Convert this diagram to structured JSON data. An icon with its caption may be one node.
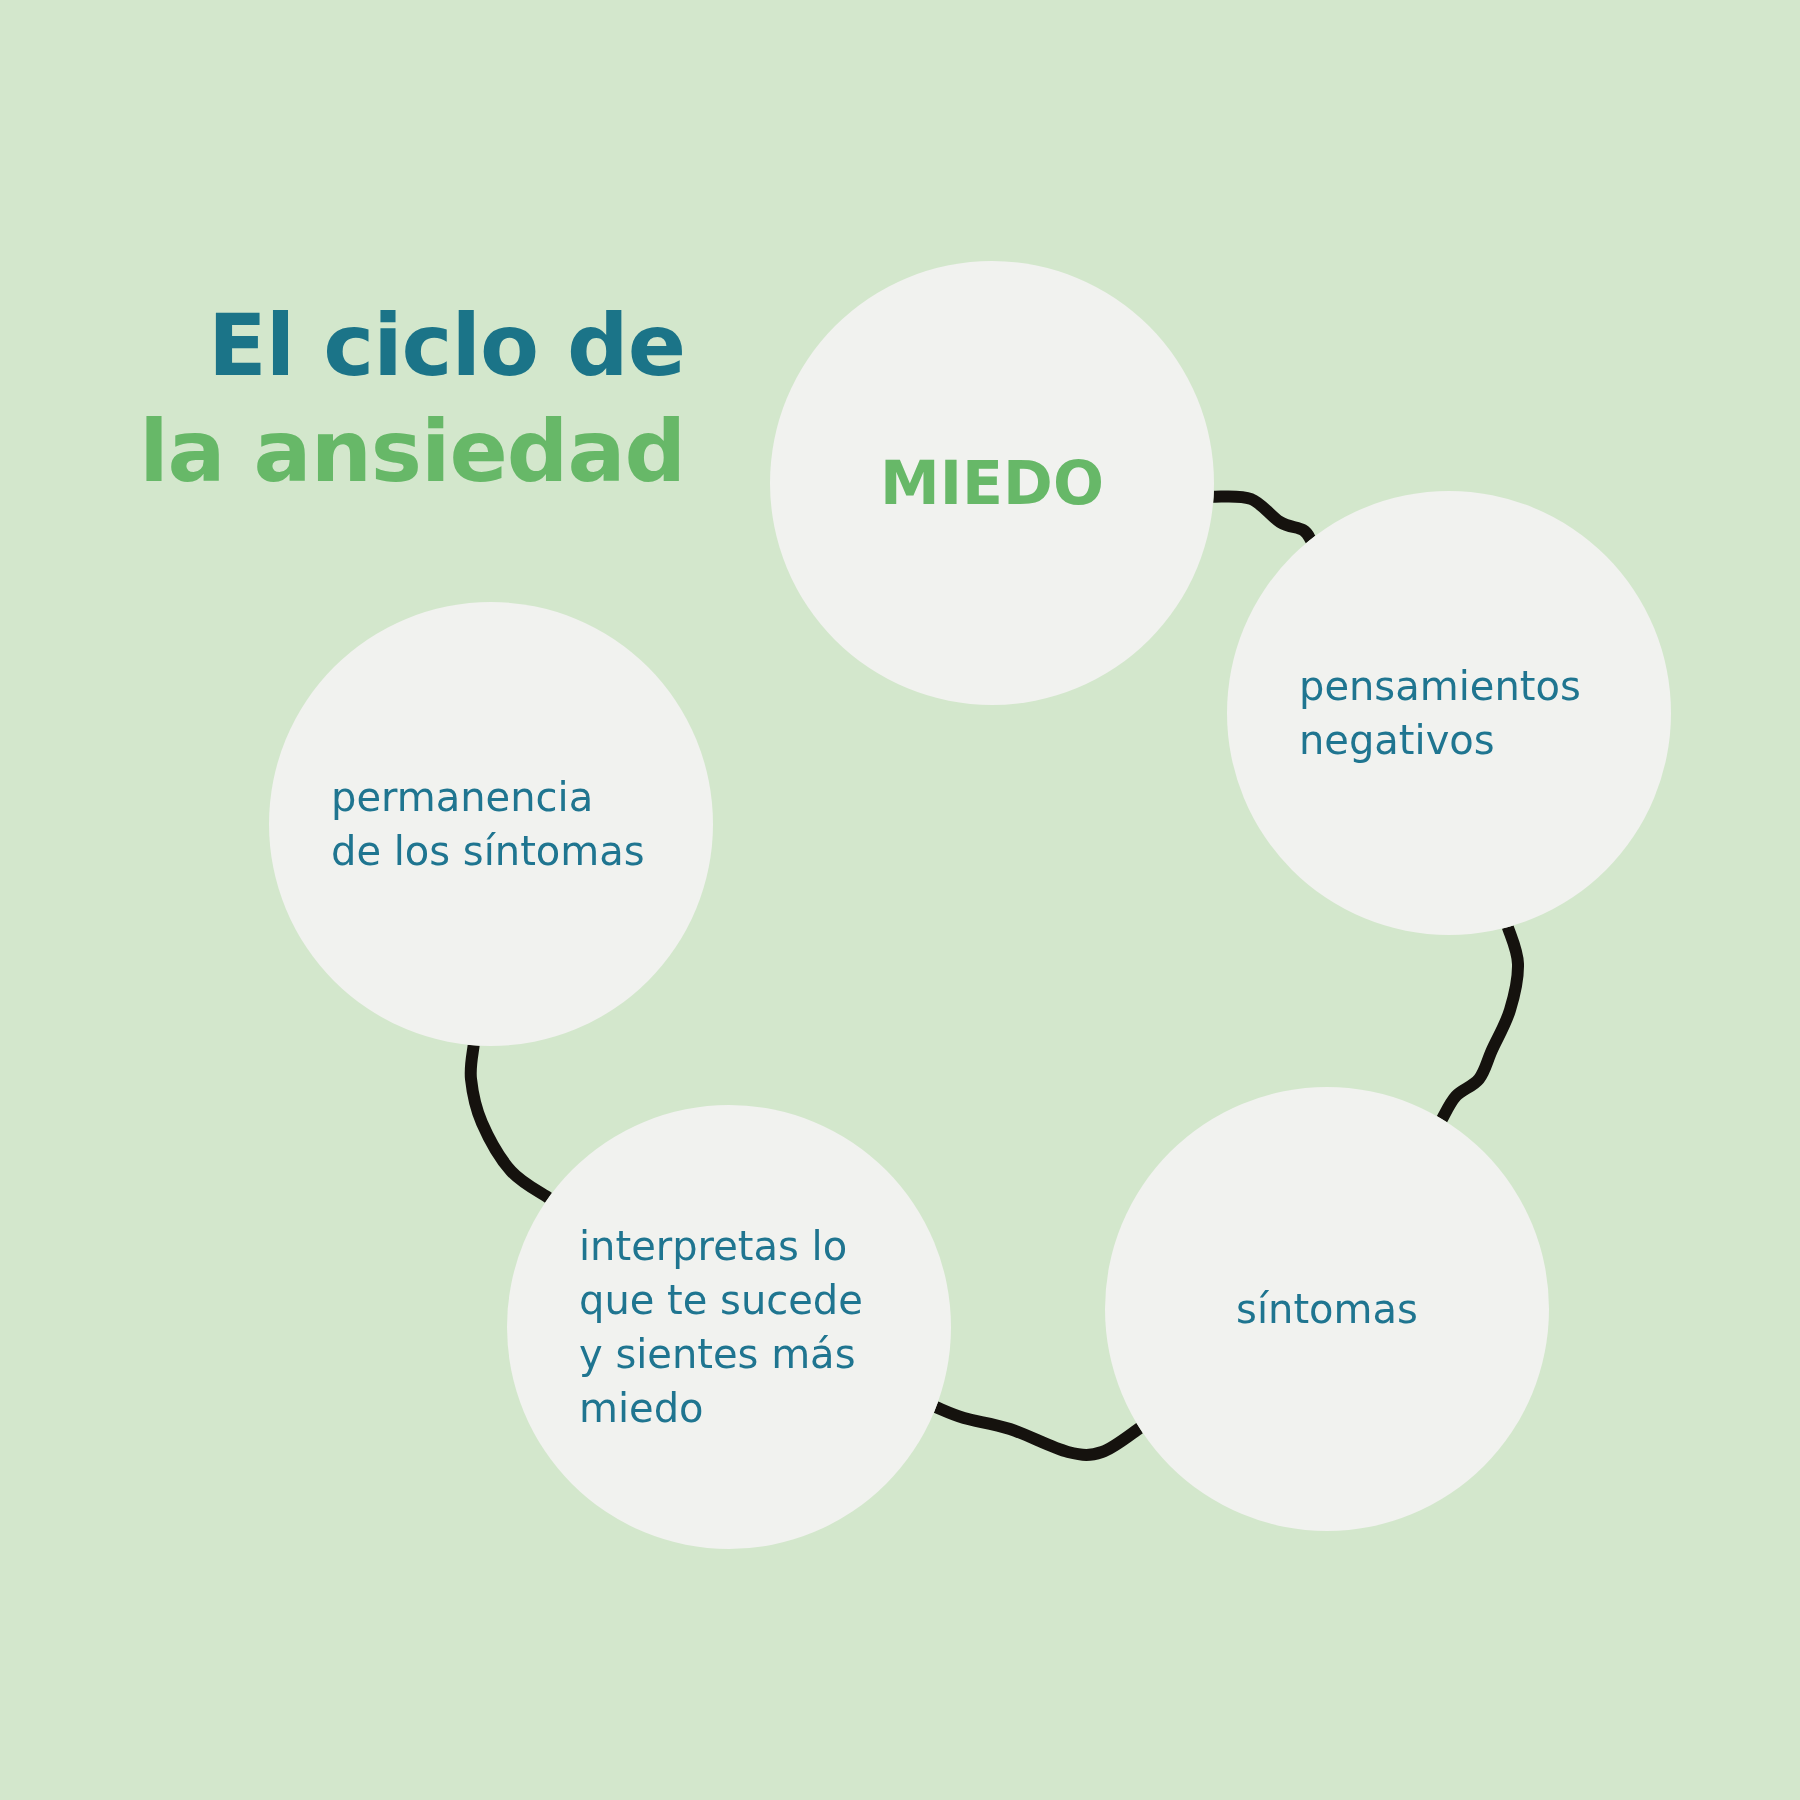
{
  "diagram": {
    "title": "El ciclo de la ansiedad",
    "nodes": [
      {
        "text": [
          "MIEDO"
        ]
      },
      {
        "text": [
          "pensamientos negativos"
        ]
      },
      {
        "text": [
          "síntomas"
        ]
      },
      {
        "text": [
          "interpretas lo que te sucede y sientes más miedo"
        ]
      },
      {
        "text": [
          "permanencia de los síntomas"
        ]
      }
    ],
    "edges": [
      {
        "from": 0,
        "to": 1,
        "arrow": "none"
      },
      {
        "from": 1,
        "to": 2,
        "arrow": "none"
      },
      {
        "from": 2,
        "to": 3,
        "arrow": "none"
      },
      {
        "from": 3,
        "to": 4,
        "arrow": "none"
      }
    ]
  }
}
